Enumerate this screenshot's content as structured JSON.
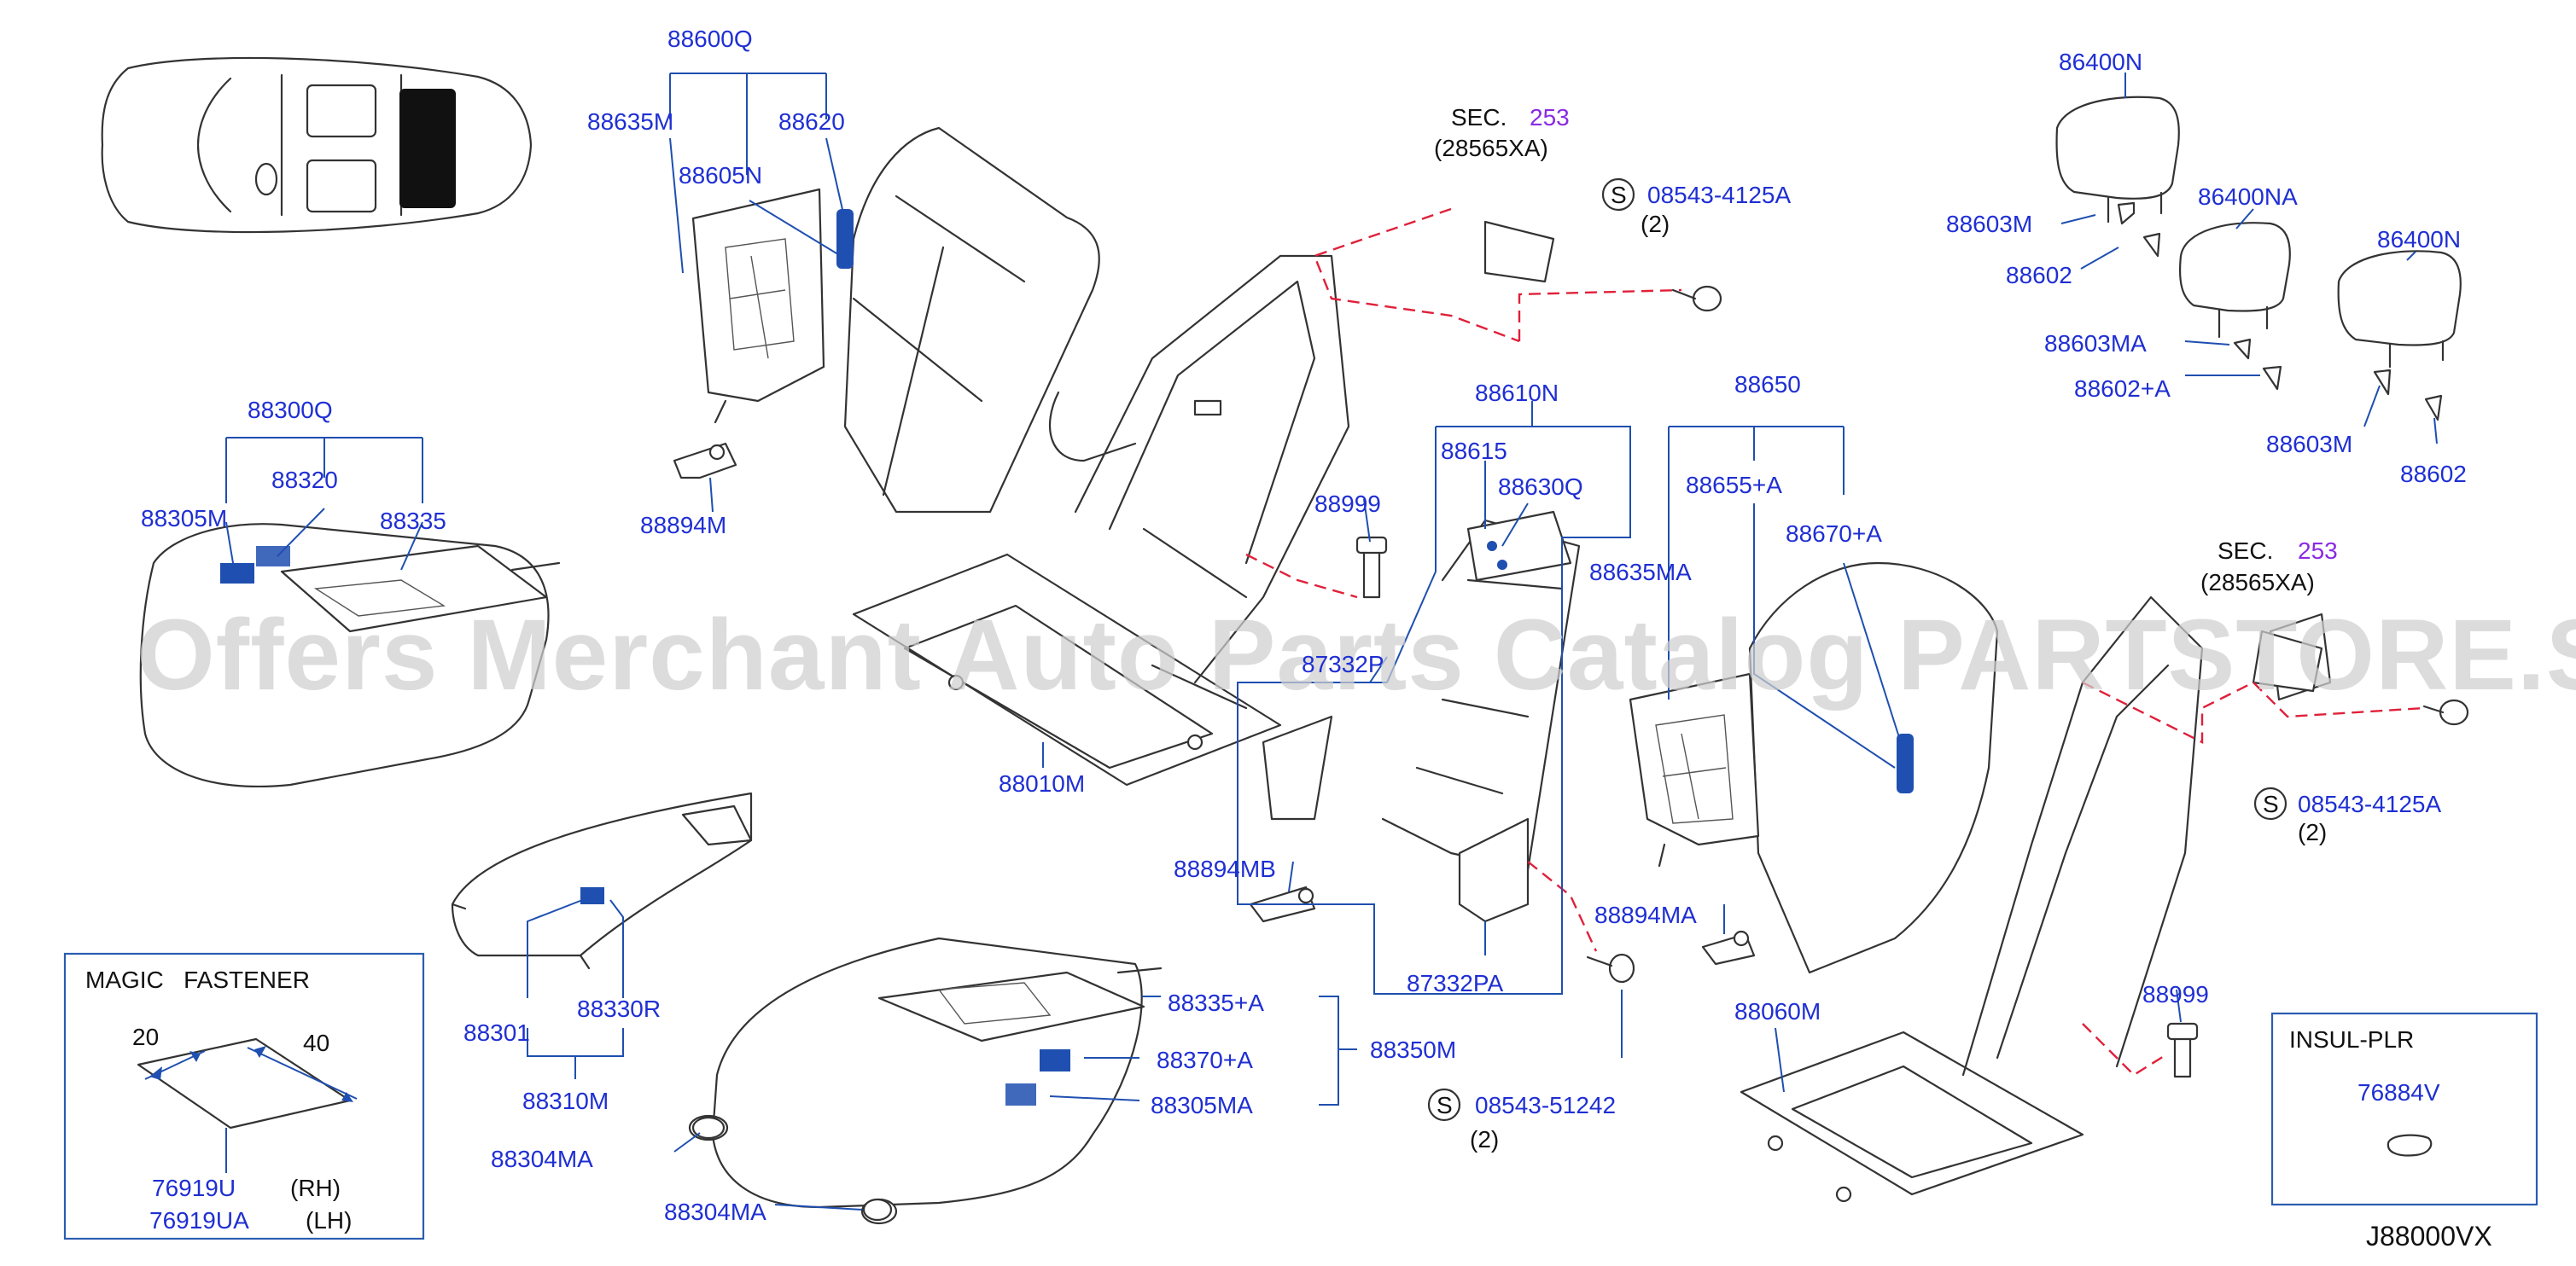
{
  "parts": {
    "p88600Q": "88600Q",
    "p88635M": "88635M",
    "p88620": "88620",
    "p88605N": "88605N",
    "p88894M": "88894M",
    "p88300Q": "88300Q",
    "p88320": "88320",
    "p88305M": "88305M",
    "p88335": "88335",
    "p88301": "88301",
    "p88330R": "88330R",
    "p88310M": "88310M",
    "p88304MA_a": "88304MA",
    "p88304MA_b": "88304MA",
    "p88335A": "88335+A",
    "p88370A": "88370+A",
    "p88305MA": "88305MA",
    "p88350M": "88350M",
    "p88010M": "88010M",
    "p88999_a": "88999",
    "p87332P": "87332P",
    "p88610N": "88610N",
    "p88615": "88615",
    "p88630Q": "88630Q",
    "p88894MB": "88894MB",
    "p87332PA": "87332PA",
    "p88894MA": "88894MA",
    "p08543_51242": "08543-51242",
    "p08543_4125A_a": "08543-4125A",
    "p08543_4125A_b": "08543-4125A",
    "p88650": "88650",
    "p88655A": "88655+A",
    "p88670A": "88670+A",
    "p88635MA": "88635MA",
    "p88060M": "88060M",
    "p88999_b": "88999",
    "p86400N_a": "86400N",
    "p86400N_b": "86400N",
    "p86400NA": "86400NA",
    "p88603M_a": "88603M",
    "p88603M_b": "88603M",
    "p88602_a": "88602",
    "p88602_b": "88602",
    "p88603MA": "88603MA",
    "p88602A": "88602+A",
    "p76884V": "76884V",
    "p76919U": "76919U",
    "p76919UA": "76919UA"
  },
  "sec_a": {
    "prefix": "SEC.",
    "number": "253",
    "code": "(28565XA)"
  },
  "sec_b": {
    "prefix": "SEC.",
    "number": "253",
    "code": "(28565XA)"
  },
  "qty_a": "(2)",
  "qty_b": "(2)",
  "qty_c": "(2)",
  "s_marker": "S",
  "magic_box": {
    "title": "MAGIC   FASTENER",
    "dim_left": "20",
    "dim_right": "40",
    "rh": "(RH)",
    "lh": "(LH)"
  },
  "insul_box": {
    "title": "INSUL-PLR"
  },
  "diagram_code": "J88000VX",
  "watermark": "Offers Merchant Auto Parts Catalog PARTSTORE.SA",
  "colors": {
    "part_label": "#1f2fd3",
    "section_link": "#8a2be2",
    "dashed_reference": "#e0203a",
    "leader": "#1f4fb0"
  }
}
